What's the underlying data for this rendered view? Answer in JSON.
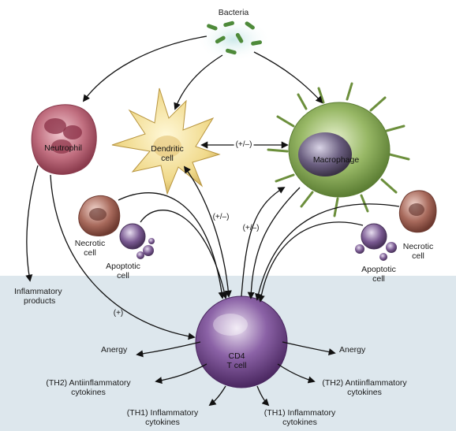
{
  "labels": {
    "bacteria": "Bacteria",
    "neutrophil": "Neutrophil",
    "dendritic_line1": "Dendritic",
    "dendritic_line2": "cell",
    "macrophage": "Macrophage",
    "necrotic_left_line1": "Necrotic",
    "necrotic_left_line2": "cell",
    "apoptotic_left_line1": "Apoptotic",
    "apoptotic_left_line2": "cell",
    "necrotic_right_line1": "Necrotic",
    "necrotic_right_line2": "cell",
    "apoptotic_right_line1": "Apoptotic",
    "apoptotic_right_line2": "cell",
    "inflammatory_products_line1": "Inflammatory",
    "inflammatory_products_line2": "products",
    "cd4_line1": "CD4",
    "cd4_line2": "T cell",
    "anergy_left": "Anergy",
    "anergy_right": "Anergy",
    "th2_left_line1": "(TH2) Antiinflammatory",
    "th2_left_line2": "cytokines",
    "th2_right_line1": "(TH2) Antiinflammatory",
    "th2_right_line2": "cytokines",
    "th1_left_line1": "(TH1) Inflammatory",
    "th1_left_line2": "cytokines",
    "th1_right_line1": "(TH1) Inflammatory",
    "th1_right_line2": "cytokines"
  },
  "signs": {
    "dendritic_macrophage": "(+/–)",
    "dendritic_tcell": "(+/–)",
    "macrophage_tcell": "(+/–)",
    "neutrophil_tcell": "(+)"
  },
  "colors": {
    "lower_panel": "#dce6ec",
    "neutrophil": "#b3566a",
    "dendritic": "#f1dc8e",
    "macrophage": "#7ea24a",
    "necrotic": "#8e5448",
    "apoptotic": "#6b4a7e",
    "tcell": "#6e3f8a",
    "bacteria": "#4e8a3a"
  }
}
